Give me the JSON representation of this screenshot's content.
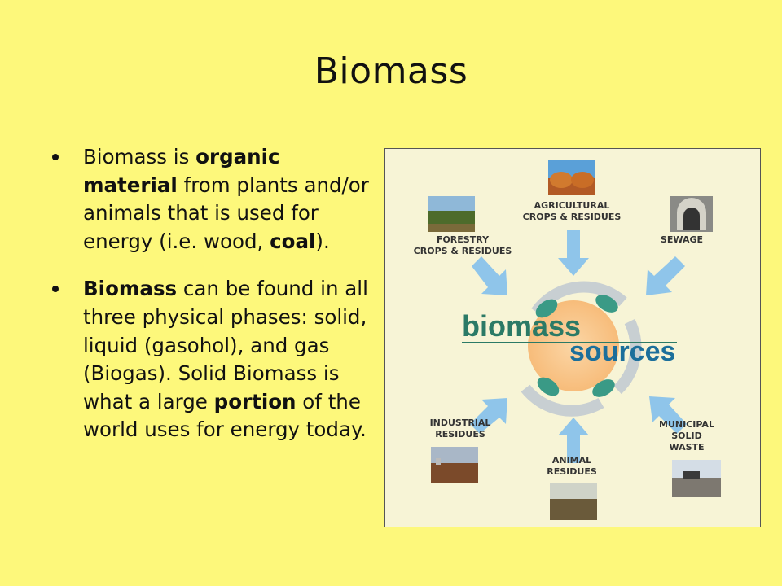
{
  "slide": {
    "title": "Biomass",
    "bullets": [
      {
        "segments": [
          {
            "text": "Biomass is ",
            "bold": false
          },
          {
            "text": "organic material",
            "bold": true
          },
          {
            "text": " from plants and/or animals that is used for energy (i.e. wood, ",
            "bold": false
          },
          {
            "text": "coal",
            "bold": true
          },
          {
            "text": ").",
            "bold": false
          }
        ]
      },
      {
        "segments": [
          {
            "text": "Biomass",
            "bold": true
          },
          {
            "text": " can be found in all three physical phases: solid, liquid (gasohol), and gas (Biogas). Solid Biomass is what a large ",
            "bold": false
          },
          {
            "text": "portion",
            "bold": true
          },
          {
            "text": " of the world uses for energy today.",
            "bold": false
          }
        ]
      }
    ]
  },
  "diagram": {
    "center_line1": "biomass",
    "center_line2": "sources",
    "sources": {
      "agricultural": [
        "AGRICULTURAL",
        "CROPS & RESIDUES"
      ],
      "forestry": [
        "FORESTRY",
        "CROPS & RESIDUES"
      ],
      "sewage": [
        "SEWAGE"
      ],
      "industrial": [
        "INDUSTRIAL",
        "RESIDUES"
      ],
      "animal": [
        "ANIMAL",
        "RESIDUES"
      ],
      "municipal": [
        "MUNICIPAL",
        "SOLID",
        "WASTE"
      ]
    },
    "colors": {
      "arrow": "#8fc5ea",
      "leaf": "#3a9a86",
      "sun": "#f7bc7a",
      "text_dark": "#2b7a66",
      "text_blue": "#1c6f9b",
      "background": "#fdf87b"
    }
  }
}
